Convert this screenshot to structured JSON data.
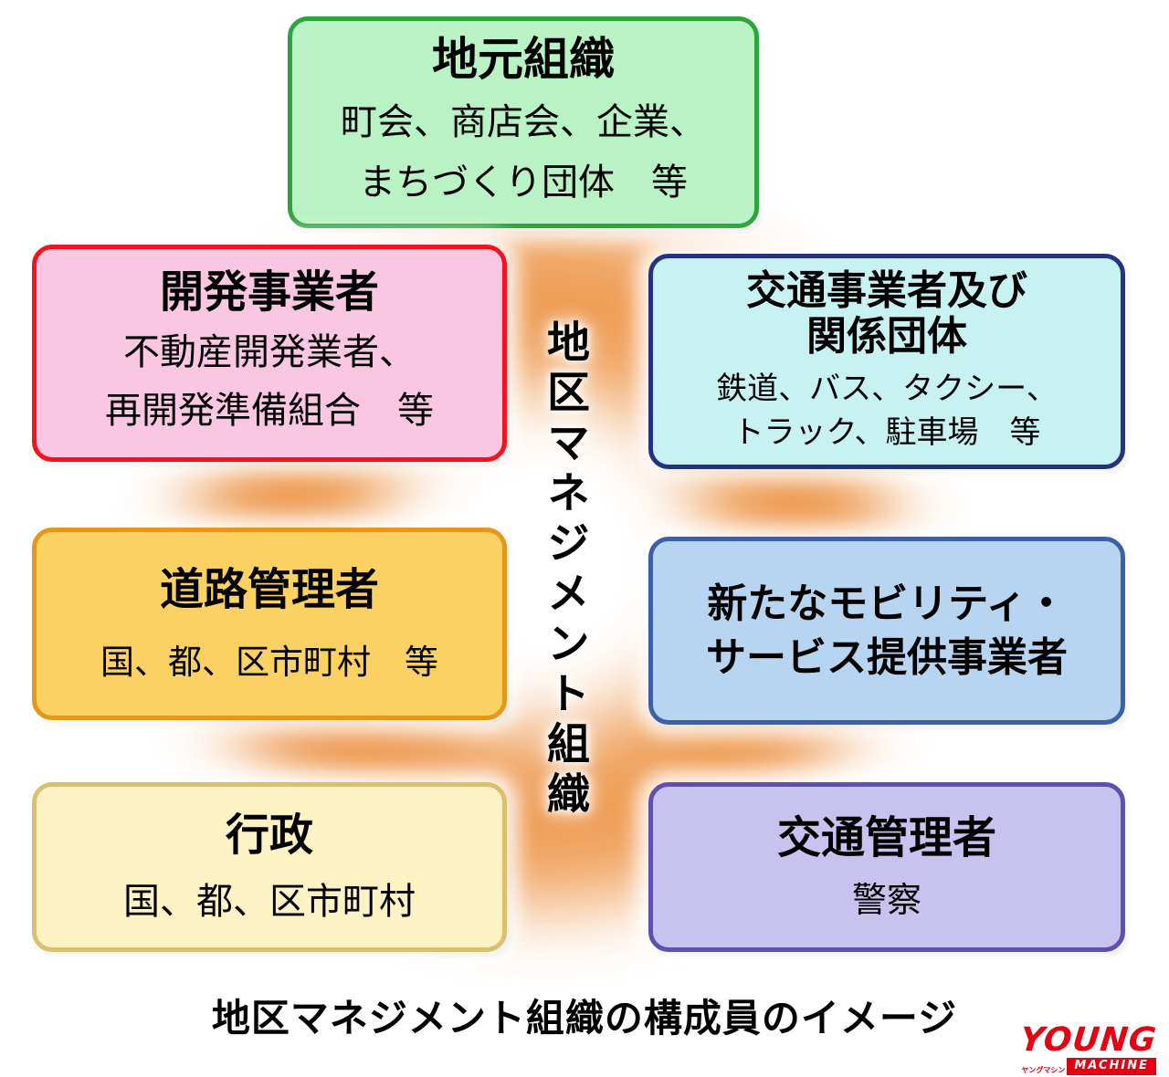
{
  "ring": {
    "color": "#ee9a50"
  },
  "center_label": {
    "text": "地区マネジメント組織"
  },
  "boxes": [
    {
      "name": "local-organizations",
      "title_lines": [
        "地元組織"
      ],
      "body_lines": [
        "町会、商店会、企業、",
        "まちづくり団体　等"
      ],
      "bg": "#b9f3c5",
      "border": "#2da43c"
    },
    {
      "name": "developers",
      "title_lines": [
        "開発事業者"
      ],
      "body_lines": [
        "不動産開発業者、",
        "再開発準備組合　等"
      ],
      "bg": "#fac7e2",
      "border": "#f5121d"
    },
    {
      "name": "transport-operators-and-related-groups",
      "title_lines": [
        "交通事業者及び",
        "関係団体"
      ],
      "body_lines": [
        "鉄道、バス、タクシー、",
        "トラック、駐車場　等"
      ],
      "bg": "#c8f1f2",
      "border": "#23337f"
    },
    {
      "name": "road-administrators",
      "title_lines": [
        "道路管理者"
      ],
      "body_lines": [
        "国、都、区市町村　等"
      ],
      "bg": "#fbd164",
      "border": "#e89617"
    },
    {
      "name": "new-mobility-service-providers",
      "title_lines": [
        "新たなモビリティ・",
        "サービス提供事業者"
      ],
      "body_lines": [],
      "bg": "#b7d5f0",
      "border": "#3d5fa8"
    },
    {
      "name": "government",
      "title_lines": [
        "行政"
      ],
      "body_lines": [
        "国、都、区市町村"
      ],
      "bg": "#fdf2c4",
      "border": "#d9c06b"
    },
    {
      "name": "traffic-administrators",
      "title_lines": [
        "交通管理者"
      ],
      "body_lines": [
        "警察"
      ],
      "bg": "#c7c2ee",
      "border": "#5d50b0"
    }
  ],
  "caption": "地区マネジメント組織の構成員のイメージ",
  "logo": {
    "line1": "YOUNG",
    "line2": "MACHINE",
    "kana": "ヤングマシン"
  }
}
